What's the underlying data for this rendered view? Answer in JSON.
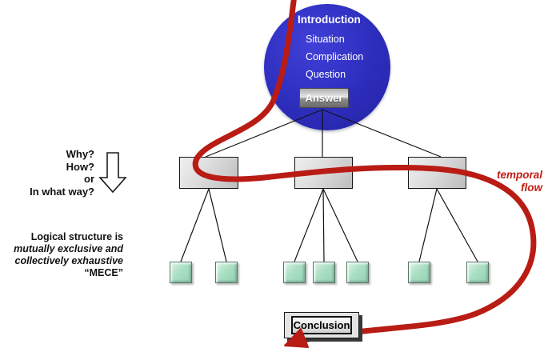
{
  "diagram_title": "Pyramid principle logic structure with temporal flow",
  "intro_circle": {
    "heading": "Introduction",
    "items": [
      "Situation",
      "Complication",
      "Question"
    ],
    "answer_label": "Answer"
  },
  "question_words": {
    "lines": [
      "Why?",
      "How?",
      "or",
      "In what way?"
    ]
  },
  "mece_note": {
    "lines": [
      "Logical structure is",
      "mutually exclusive and",
      "collectively exhaustive",
      "“MECE”"
    ]
  },
  "temporal_flow": {
    "line1": "temporal",
    "line2": "flow"
  },
  "conclusion": {
    "label": "Conclusion"
  },
  "tree": {
    "level2_boxes": 3,
    "level3_squares_per_box": [
      2,
      3,
      2
    ]
  },
  "colors": {
    "circle_blue": "#2e2ebc",
    "flow_red": "#b91c14",
    "teal_square": "#a5ddc0",
    "gray_box": "#d9d9d9",
    "text_black": "#111111"
  }
}
